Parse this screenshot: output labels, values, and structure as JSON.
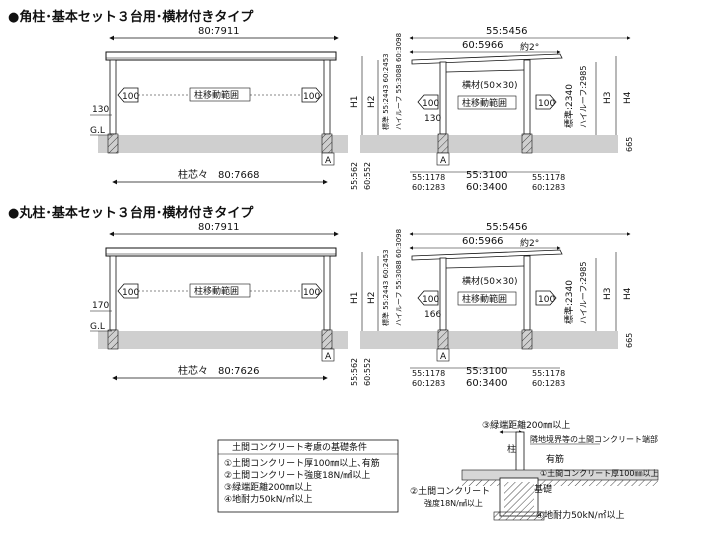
{
  "sections": [
    {
      "title": "●角柱･基本セット３台用･横材付きタイプ",
      "front": {
        "overall_width": "80:7911",
        "arrow_left": "100",
        "arrow_right": "100",
        "move_range": "柱移動範囲",
        "height_label": "130",
        "gl": "G.L",
        "a_mark": "A",
        "center_label": "柱芯々　80:7668"
      },
      "side": {
        "width_top": "55:5456",
        "width_second": "60:5966",
        "angle": "約2°",
        "beam": "横材(50×30)",
        "arrow_left": "100",
        "arrow_right": "100",
        "move_range": "柱移動範囲",
        "height_label": "130",
        "a_mark": "A",
        "h1": "H1",
        "h2": "H2",
        "h3": "H3",
        "h4": "H4",
        "std": "標準:2340",
        "hi": "ハイルーフ:2985",
        "v1": "標準 55:2443  60:2453",
        "v2": "ハイルーフ 55:3088  60:3098",
        "side_dim_1": "55:562",
        "side_dim_2": "60:552",
        "right_dim": "665",
        "bottom_left_1": "55:1178",
        "bottom_left_2": "60:1283",
        "bottom_mid_1": "55:3100",
        "bottom_mid_2": "60:3400",
        "bottom_right_1": "55:1178",
        "bottom_right_2": "60:1283"
      }
    },
    {
      "title": "●丸柱･基本セット３台用･横材付きタイプ",
      "front": {
        "overall_width": "80:7911",
        "arrow_left": "100",
        "arrow_right": "100",
        "move_range": "柱移動範囲",
        "height_label": "170",
        "gl": "G.L",
        "a_mark": "A",
        "center_label": "柱芯々　80:7626"
      },
      "side": {
        "width_top": "55:5456",
        "width_second": "60:5966",
        "angle": "約2°",
        "beam": "横材(50×30)",
        "arrow_left": "100",
        "arrow_right": "100",
        "move_range": "柱移動範囲",
        "height_label": "166",
        "a_mark": "A",
        "h1": "H1",
        "h2": "H2",
        "h3": "H3",
        "h4": "H4",
        "std": "標準:2340",
        "hi": "ハイルーフ:2985",
        "v1": "標準 55:2443  60:2453",
        "v2": "ハイルーフ 55:3088  60:3098",
        "side_dim_1": "55:562",
        "side_dim_2": "60:552",
        "right_dim": "665",
        "bottom_left_1": "55:1178",
        "bottom_left_2": "60:1283",
        "bottom_mid_1": "55:3100",
        "bottom_mid_2": "60:3400",
        "bottom_right_1": "55:1178",
        "bottom_right_2": "60:1283"
      }
    }
  ],
  "conditions": {
    "title": "土間コンクリート考慮の基礎条件",
    "items": [
      "①土間コンクリート厚100㎜以上､有筋",
      "②土間コンクリート強度18N/㎟以上",
      "③緑端距離200㎜以上",
      "④地耐力50kN/㎡以上"
    ]
  },
  "detail": {
    "edge_distance": "③緑端距離200㎜以上",
    "pillar": "柱",
    "adjacent": "隣地境界等の土間コンクリート端部",
    "rebar": "有筋",
    "thickness": "①土間コンクリート厚100㎜以上",
    "foundation": "基礎",
    "strength_1": "②土間コンクリート",
    "strength_2": "強度18N/㎟以上",
    "bearing": "④地耐力50kN/㎡以上"
  }
}
